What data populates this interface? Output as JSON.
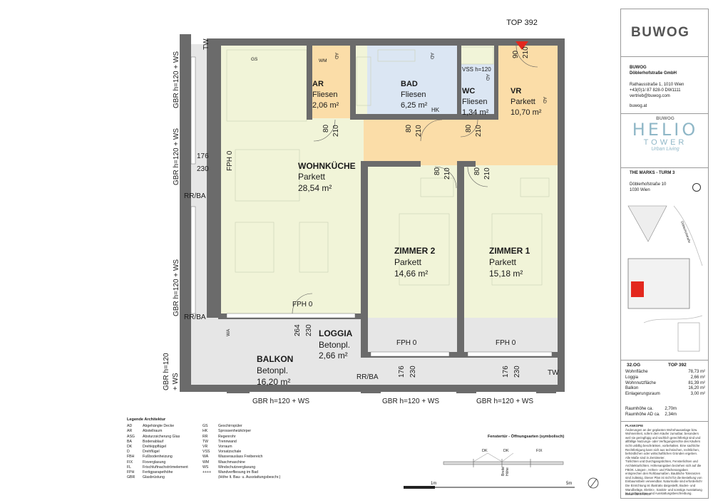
{
  "top_marker": "TOP 392",
  "rooms": [
    {
      "name": "WOHNKÜCHE",
      "floor": "Parkett",
      "area": "28,54 m²"
    },
    {
      "name": "AR",
      "floor": "Fliesen",
      "area": "2,06 m²"
    },
    {
      "name": "BAD",
      "floor": "Fliesen",
      "area": "6,25 m²"
    },
    {
      "name": "WC",
      "floor": "Fliesen",
      "area": "1,34 m²"
    },
    {
      "name": "VR",
      "floor": "Parkett",
      "area": "10,70 m²"
    },
    {
      "name": "ZIMMER 2",
      "floor": "Parkett",
      "area": "14,66 m²"
    },
    {
      "name": "ZIMMER 1",
      "floor": "Parkett",
      "area": "15,18 m²"
    },
    {
      "name": "LOGGIA",
      "floor": "Betonpl.",
      "area": "2,66 m²"
    },
    {
      "name": "BALKON",
      "floor": "Betonpl.",
      "area": "16,20 m²"
    }
  ],
  "plan_labels": {
    "gbr_ws": "GBR h=120 + WS",
    "gbr_120": "GBR h=120",
    "ws": "+ WS",
    "tw": "TW",
    "rr_ba": "RR/BA",
    "fph0": "FPH 0",
    "wa": "WA",
    "wm": "WM",
    "gs": "GS",
    "hk": "HK",
    "ad": "AD",
    "vss": "VSS h=120",
    "n80": "80",
    "n90": "90",
    "n210": "210",
    "n176": "176",
    "n230": "230",
    "n264": "264"
  },
  "legend": {
    "title": "Legende Architektur",
    "col1": [
      [
        "AD",
        "Abgehängte Decke"
      ],
      [
        "AR",
        "Abstellraum"
      ],
      [
        "ASG",
        "Absturzsicherung Glas"
      ],
      [
        "BA",
        "Bodenablauf"
      ],
      [
        "DK",
        "Drehkippflügel"
      ],
      [
        "D",
        "Drehflügel"
      ],
      [
        "FBH",
        "Fußbodenheizung"
      ],
      [
        "FIX",
        "Fixverglasung"
      ],
      [
        "FL",
        "Frischluftnachströmelement"
      ],
      [
        "FPH",
        "Fertigparapethöhe"
      ],
      [
        "GBR",
        "Glasbrüstung"
      ]
    ],
    "col2": [
      [
        "GS",
        "Geschirrspüler"
      ],
      [
        "HK",
        "Sprossenheizkörper"
      ],
      [
        "RR",
        "Regenrohr"
      ],
      [
        "TW",
        "Trennwand"
      ],
      [
        "VR",
        "Vorraum"
      ],
      [
        "VSS",
        "Vorsatzschale"
      ],
      [
        "WA",
        "Wasserauslass Freibereich"
      ],
      [
        "WM",
        "Waschmaschine"
      ],
      [
        "WS",
        "Windschutzverglasung"
      ],
      [
        "++++",
        "Wandverfliesung im Bad"
      ],
      [
        "",
        "(Höhe lt. Bau- u. Ausstattungsbeschr.)"
      ]
    ]
  },
  "window_legend": {
    "title": "Fenstertür - Öffnungsarten (symbolisch)",
    "dk1": "DK",
    "dk2": "DK",
    "fix": "FIX",
    "breite": "Breite",
    "hoehe": "Höhe"
  },
  "scale": {
    "left": "1m",
    "right": "5m"
  },
  "panel": {
    "brand": "BUWOG",
    "company_line1": "BUWOG",
    "company_line2": "Döblerhofstraße GmbH",
    "address": [
      "Rathausstraße 1, 1010 Wien",
      "+43(0)1/ 87 828-0 DW1111",
      "vertrieb@buwog.com"
    ],
    "website": "buwog.at",
    "logo_small": "BUWOG",
    "logo_main": "HELIO",
    "logo_sub": "TOWER",
    "logo_script": "Urban Living",
    "project": "THE MARKS - TURM 3",
    "street": "Döblerhofstraße 10",
    "city": "1030 Wien",
    "map_street": "Döblerhofstraße",
    "floor": "32.OG",
    "top": "TOP 392",
    "areas": [
      [
        "Wohnfläche",
        "78,73 m²"
      ],
      [
        "Loggia",
        "2,66 m²"
      ],
      [
        "Wohnnutzfläche",
        "81,39 m²"
      ],
      [
        "Balkon",
        "16,20 m²"
      ],
      [
        "Einlagerungsraum",
        "3,00 m²"
      ]
    ],
    "heights": [
      [
        "Raumhöhe ca.",
        "2,70m"
      ],
      [
        "Raumhöhe AD ca.",
        "2,34m"
      ]
    ],
    "notes_title": "PLANKOPIE",
    "notes": [
      "Änderungen an der geplanten Wohnhausanlage bzw.",
      "Wohneinheit, sofern dem Käufer zumutbar, besonders",
      "weil sie geringfügig und sachlich gerechtfertigt sind und",
      "allfällige Nutzungs- oder Verfügungsrechte des Käufers",
      "nicht unbillig beschränken, vorbehalten. Eine sachliche",
      "Rechtfertigung kann sich aus technischen, rechtlichen,",
      "behördlichen oder wirtschaftlichen Gründen ergeben.",
      "Alle Maße sind in Zentimeter.",
      "Türlichten und Durchgangslichten, Fensterlichten und",
      "Architekturlichten. Höhenangaben beziehen sich auf die",
      "FBOK. Längen-, Höhen- und Flächenangaben",
      "entsprechen den Rohbaumaßen. Baubliche Toleranzen",
      "sind zulässig. Dieser Plan ist nicht für die Bestellung von",
      "Einbaumöbeln verwendbar. Naturmaße sind erforderlich!",
      "Die Einrichtung ist illustrativ dargestellt, Boden- und",
      "Wandbeläge, Elektro-, Sanitär- und sonstige Ausstattung",
      "laut gültiger Bau- und Ausstattungsbeschreibung."
    ],
    "date": "Datum 28.09.2020"
  },
  "colors": {
    "living": "#f1f4d8",
    "bath": "#dbe6f3",
    "hall": "#fbdda8",
    "outdoor": "#e6e6e6",
    "wall": "#6b6b6b",
    "marker": "#e3281e",
    "brand": "#555555",
    "helio": "#8fb7c7"
  }
}
